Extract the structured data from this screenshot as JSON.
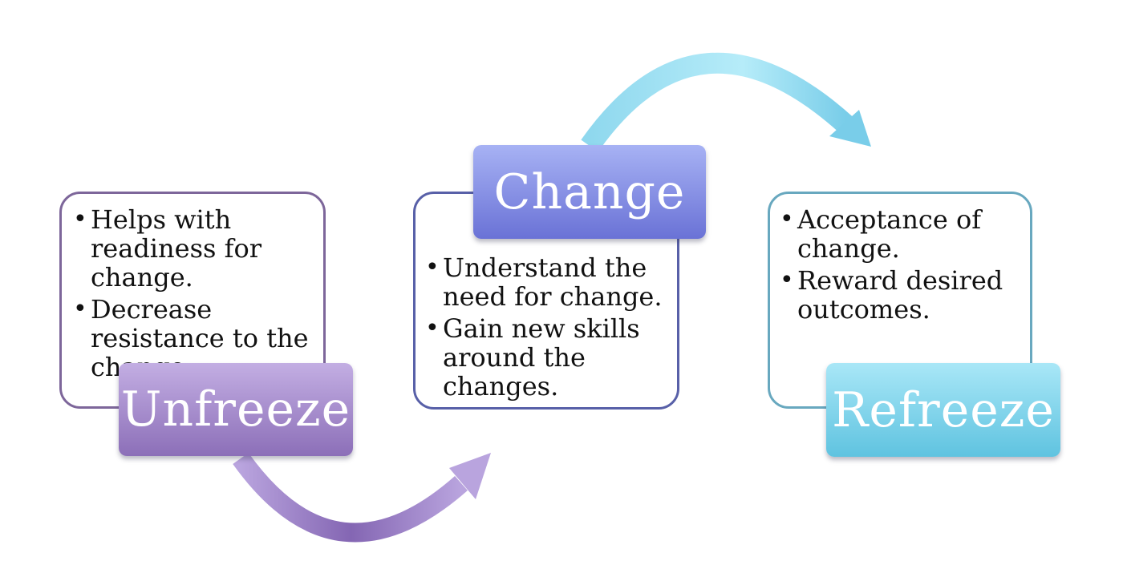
{
  "stages": [
    {
      "name": "Unfreeze",
      "points": [
        "Helps with readiness for change.",
        "Decrease resistance to the change."
      ]
    },
    {
      "name": "Change",
      "points": [
        "Understand the need for change.",
        "Gain new skills around the changes."
      ]
    },
    {
      "name": "Refreeze",
      "points": [
        "Acceptance of change.",
        "Reward desired outcomes."
      ]
    }
  ],
  "colors": {
    "unfreeze": "#8c6fb8",
    "change": "#6a72d6",
    "refreeze": "#5fc3e0"
  }
}
